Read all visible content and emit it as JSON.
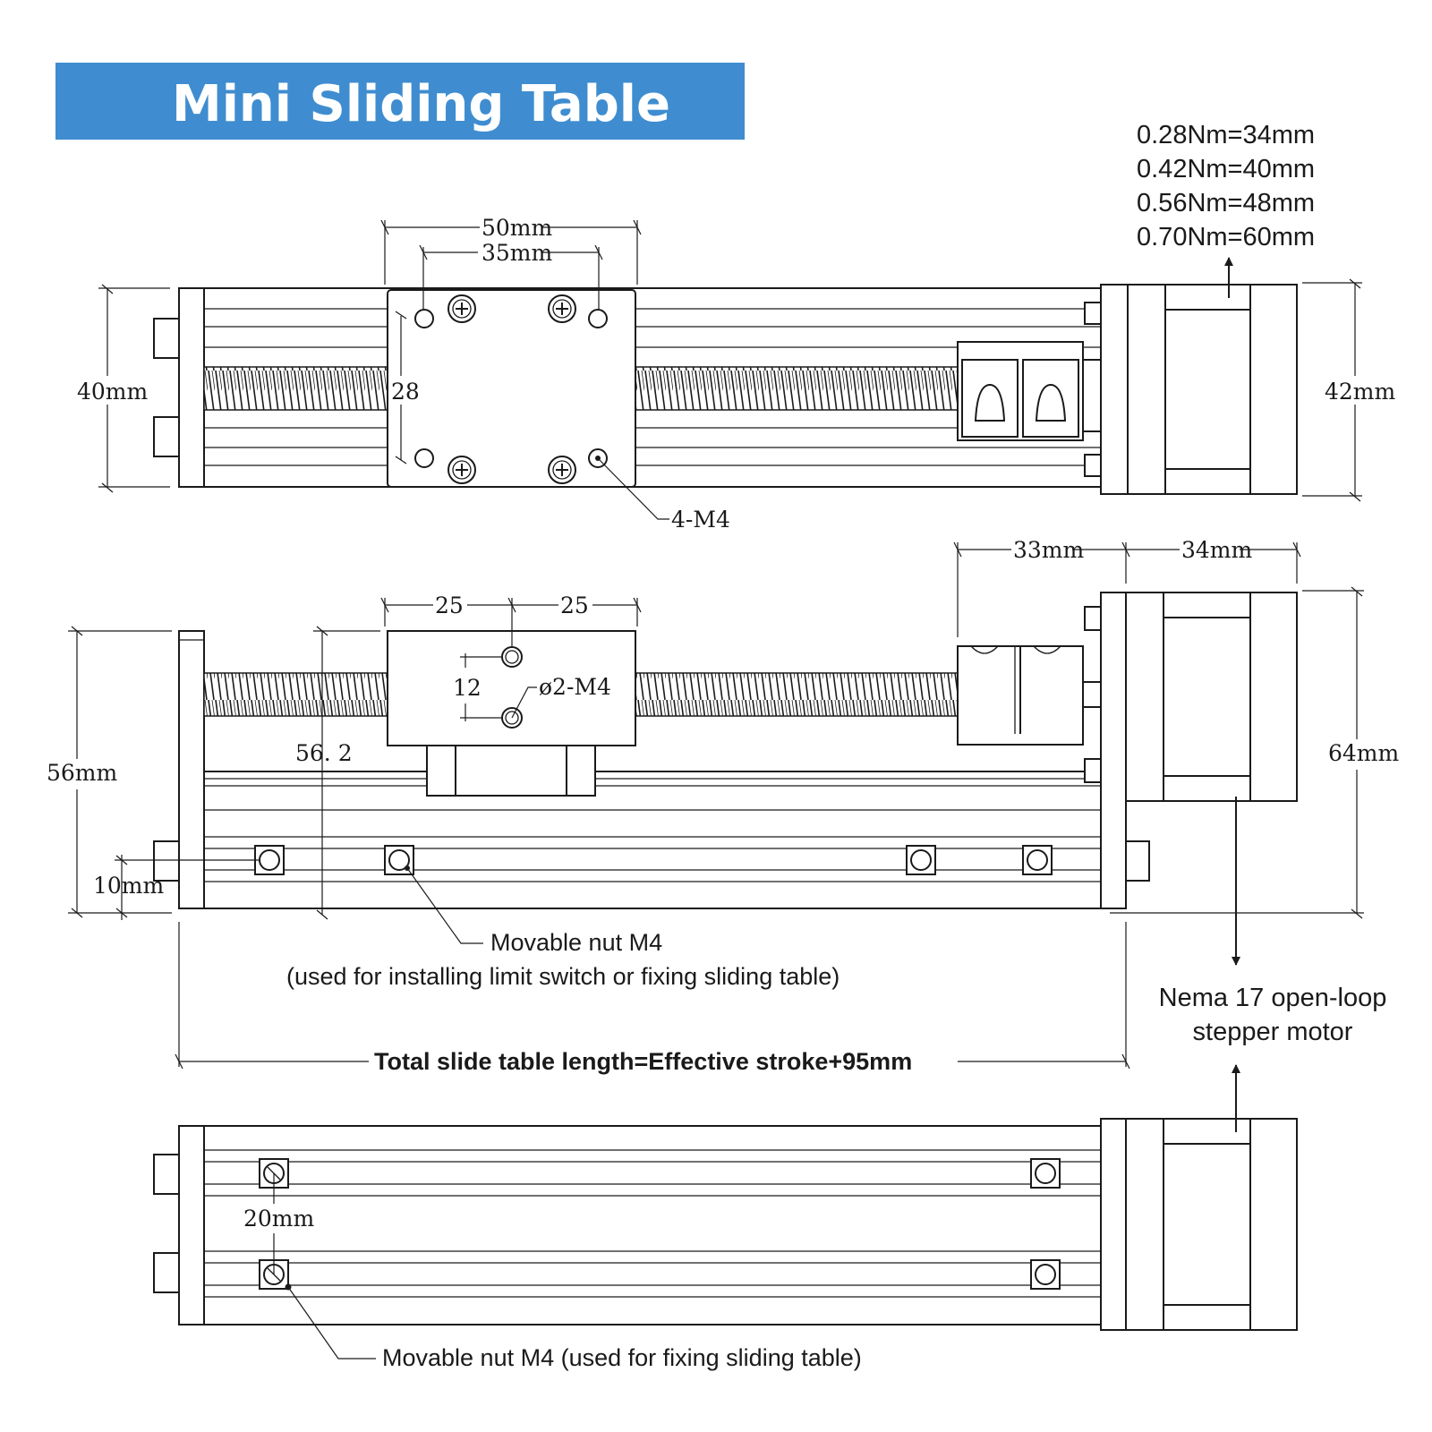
{
  "title": "Mini Sliding Table",
  "colors": {
    "title_bar": "#3f8dd0",
    "title_text": "#ffffff",
    "line": "#1a1a1a"
  },
  "motor_lengths": [
    "0.28Nm=34mm",
    "0.42Nm=40mm",
    "0.56Nm=48mm",
    "0.70Nm=60mm"
  ],
  "top_view": {
    "dim_50": "50mm",
    "dim_35": "35mm",
    "dim_28": "28",
    "dim_40": "40mm",
    "dim_42": "42mm",
    "holes_label": "4-M4"
  },
  "side_view": {
    "dim_33": "33mm",
    "dim_34": "34mm",
    "dim_25_left": "25",
    "dim_25_right": "25",
    "dim_12": "12",
    "holes_label": "ø2-M4",
    "dim_56_2": "56. 2",
    "dim_56": "56mm",
    "dim_64": "64mm",
    "dim_10": "10mm",
    "nut_label": "Movable nut M4",
    "nut_note": "(used for installing limit switch or fixing sliding table)",
    "total_length": "Total slide table length=Effective stroke+95mm"
  },
  "motor_label": [
    "Nema 17 open-loop",
    "stepper motor"
  ],
  "bottom_view": {
    "dim_20": "20mm",
    "nut_label": "Movable nut M4 (used for fixing sliding table)"
  }
}
